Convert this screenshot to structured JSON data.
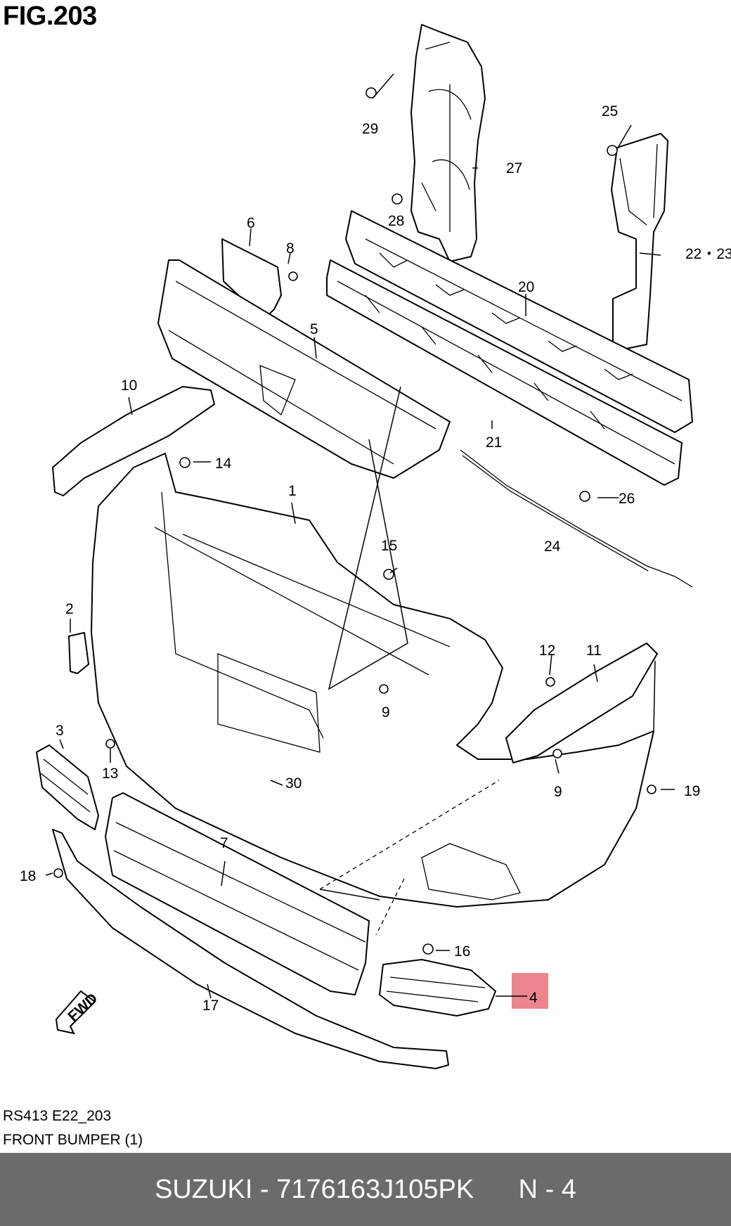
{
  "figure": {
    "title": "FIG.203",
    "code": "RS413 E22_203",
    "name": "FRONT BUMPER (1)"
  },
  "callouts": {
    "c1": "1",
    "c2": "2",
    "c3": "3",
    "c4": "4",
    "c5": "5",
    "c6": "6",
    "c7": "7",
    "c8": "8",
    "c9a": "9",
    "c9b": "9",
    "c10": "10",
    "c11": "11",
    "c12": "12",
    "c13": "13",
    "c14": "14",
    "c15": "15",
    "c16": "16",
    "c17": "17",
    "c18": "18",
    "c19": "19",
    "c20": "20",
    "c21": "21",
    "c2223": "22・23",
    "c24": "24",
    "c25": "25",
    "c26": "26",
    "c27": "27",
    "c28": "28",
    "c29": "29",
    "c30": "30",
    "fwd": "FWD"
  },
  "highlighted_part": "4",
  "highlight_color": "#e9707a",
  "bar": {
    "text": "SUZUKI - 7176163J105PK      N - 4",
    "background": "#6b6b6b"
  }
}
